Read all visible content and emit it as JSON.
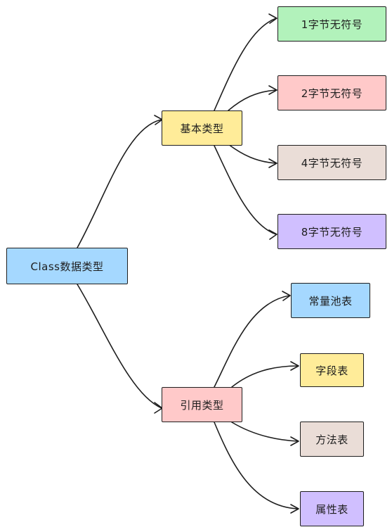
{
  "colors": {
    "stroke": "#1e1e1e",
    "blue": "#a5d8ff",
    "yellow": "#ffec99",
    "green": "#b2f2bb",
    "pink": "#ffc9c9",
    "beige": "#eaddd7",
    "purple": "#d0bfff"
  },
  "root": {
    "label": "Class数据类型"
  },
  "basic": {
    "label": "基本类型",
    "children": [
      "1字节无符号",
      "2字节无符号",
      "4字节无符号",
      "8字节无符号"
    ]
  },
  "reference": {
    "label": "引用类型",
    "children": [
      "常量池表",
      "字段表",
      "方法表",
      "属性表"
    ]
  }
}
